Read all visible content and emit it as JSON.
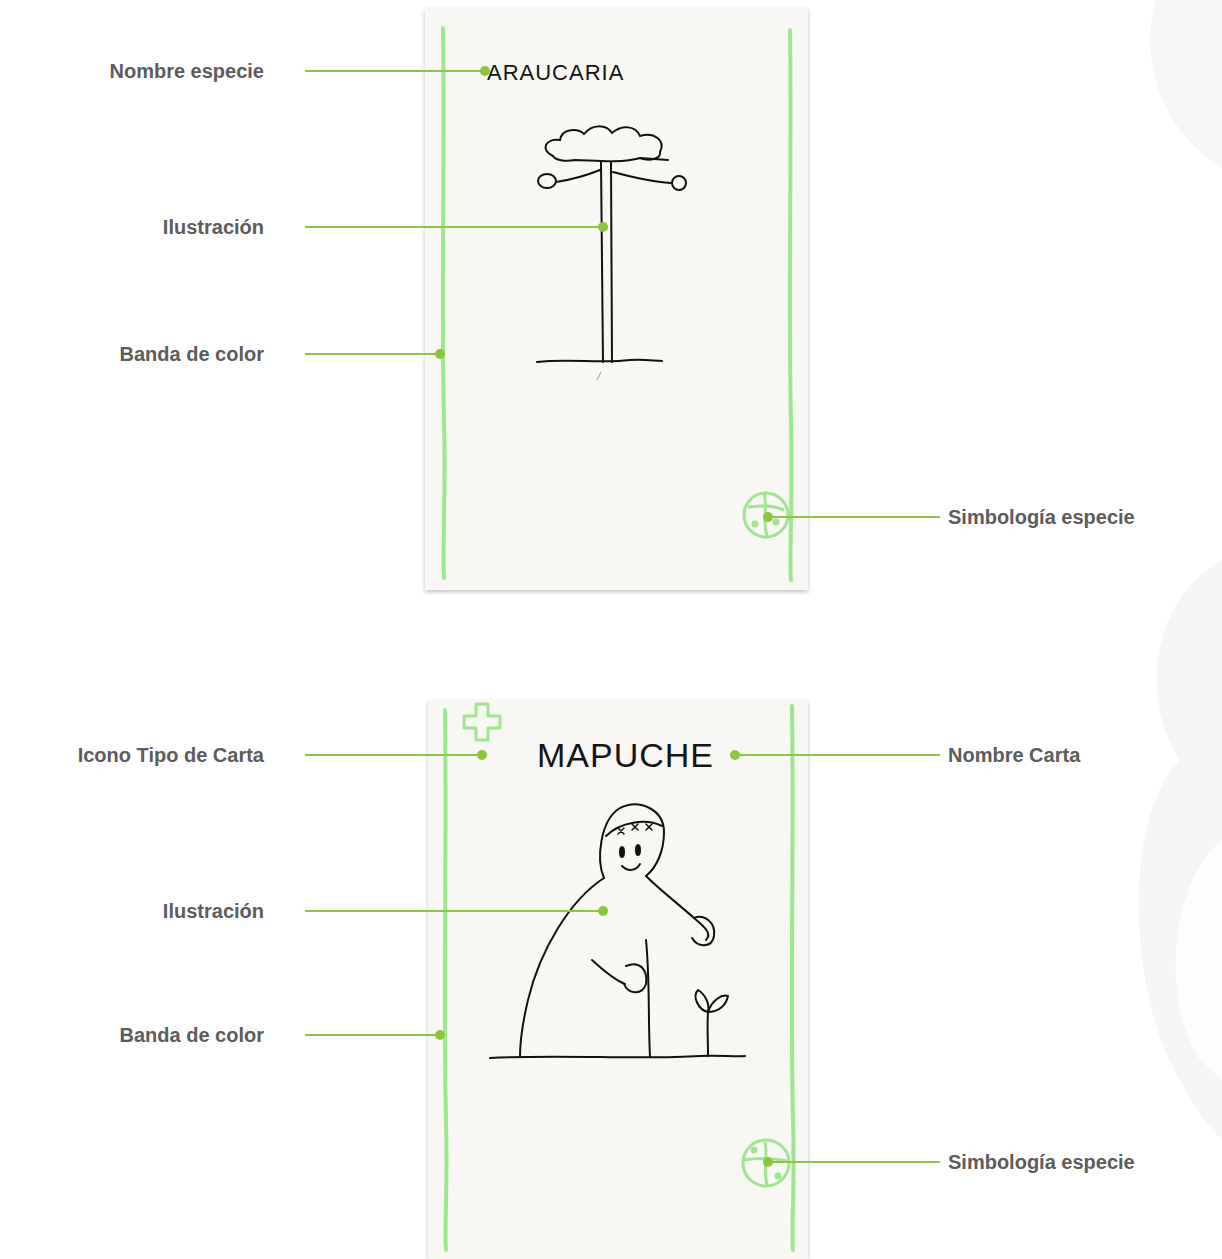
{
  "diagram": {
    "nodes": [
      {
        "text": [
          "ARAUCARIA"
        ]
      },
      {
        "text": [
          "MAPUCHE"
        ]
      }
    ],
    "labels": [
      "Nombre especie",
      "Ilustración",
      "Banda de color",
      "Simbología especie",
      "Icono Tipo de Carta",
      "Nombre Carta",
      "Ilustración",
      "Banda de color",
      "Simbología especie"
    ]
  }
}
